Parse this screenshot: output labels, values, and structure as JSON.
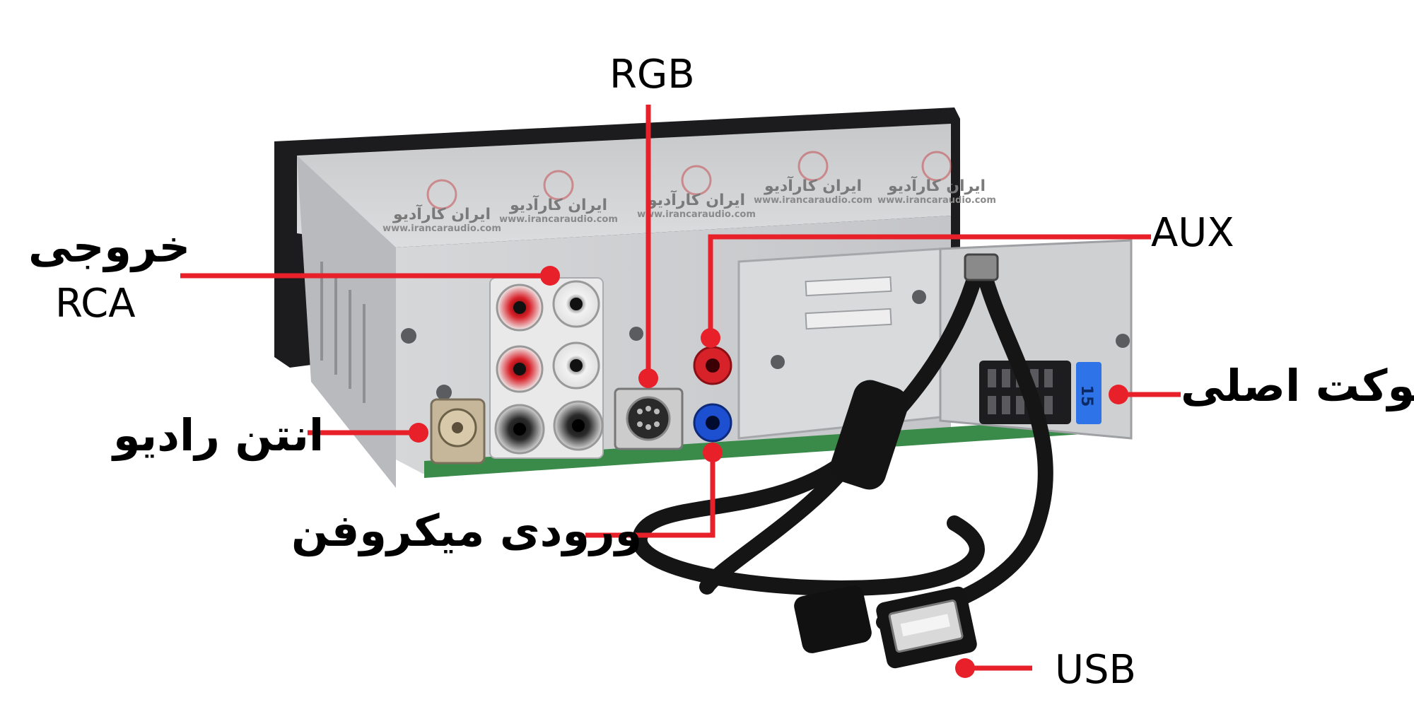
{
  "labels": {
    "rgb": "RGB",
    "aux": "AUX",
    "usb": "USB",
    "rca_fa": "خروجی",
    "rca_en": "RCA",
    "antenna": "انتن رادیو",
    "mic": "ورودی میکروفن",
    "main_socket": "سوکت اصلی"
  },
  "watermark": {
    "brand": "ایران کارآدیو",
    "url": "www.irancaraudio.com"
  },
  "fuse_label": "15",
  "colors": {
    "leader": "#e8202a",
    "chassis": "#d3d4d6",
    "chassis_dark": "#a9abae",
    "faceplate": "#1c1c1e",
    "rca_red": "#d8222a",
    "mic_blue": "#1d4fd1",
    "fuse_blue": "#2e74e8",
    "pcb_green": "#3a8a4a",
    "cable": "#151515"
  }
}
